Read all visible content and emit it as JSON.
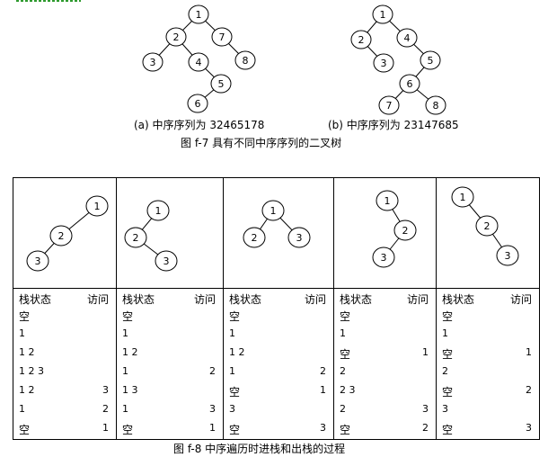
{
  "fig7": {
    "tree_a": {
      "nodes": [
        "1",
        "2",
        "7",
        "3",
        "4",
        "8",
        "5",
        "6"
      ]
    },
    "tree_b": {
      "nodes": [
        "1",
        "2",
        "4",
        "3",
        "5",
        "6",
        "7",
        "8"
      ]
    },
    "caption_a": "(a) 中序序列为 32465178",
    "caption_b": "(b) 中序序列为 23147685",
    "title": "图 f-7  具有不同中序序列的二叉树"
  },
  "fig8": {
    "header_state": "栈状态",
    "header_visit": "访问",
    "columns": [
      {
        "nodes": [
          "1",
          "2",
          "3"
        ],
        "rows": [
          {
            "s": "空",
            "v": ""
          },
          {
            "s": "1",
            "v": ""
          },
          {
            "s": "1 2",
            "v": ""
          },
          {
            "s": "1 2 3",
            "v": ""
          },
          {
            "s": "1 2",
            "v": "3"
          },
          {
            "s": "1",
            "v": "2"
          },
          {
            "s": "空",
            "v": "1"
          }
        ]
      },
      {
        "nodes": [
          "1",
          "2",
          "3"
        ],
        "rows": [
          {
            "s": "空",
            "v": ""
          },
          {
            "s": "1",
            "v": ""
          },
          {
            "s": "1 2",
            "v": ""
          },
          {
            "s": "1",
            "v": "2"
          },
          {
            "s": "1 3",
            "v": ""
          },
          {
            "s": "1",
            "v": "3"
          },
          {
            "s": "空",
            "v": "1"
          }
        ]
      },
      {
        "nodes": [
          "1",
          "2",
          "3"
        ],
        "rows": [
          {
            "s": "空",
            "v": ""
          },
          {
            "s": "1",
            "v": ""
          },
          {
            "s": "1 2",
            "v": ""
          },
          {
            "s": "1",
            "v": "2"
          },
          {
            "s": "空",
            "v": "1"
          },
          {
            "s": "3",
            "v": ""
          },
          {
            "s": "空",
            "v": "3"
          }
        ]
      },
      {
        "nodes": [
          "1",
          "2",
          "3"
        ],
        "rows": [
          {
            "s": "空",
            "v": ""
          },
          {
            "s": "1",
            "v": ""
          },
          {
            "s": "空",
            "v": "1"
          },
          {
            "s": "2",
            "v": ""
          },
          {
            "s": "2 3",
            "v": ""
          },
          {
            "s": "2",
            "v": "3"
          },
          {
            "s": "空",
            "v": "2"
          }
        ]
      },
      {
        "nodes": [
          "1",
          "2",
          "3"
        ],
        "rows": [
          {
            "s": "空",
            "v": ""
          },
          {
            "s": "1",
            "v": ""
          },
          {
            "s": "空",
            "v": "1"
          },
          {
            "s": "2",
            "v": ""
          },
          {
            "s": "空",
            "v": "2"
          },
          {
            "s": "3",
            "v": ""
          },
          {
            "s": "空",
            "v": "3"
          }
        ]
      }
    ],
    "title": "图 f-8  中序遍历时进栈和出栈的过程"
  }
}
